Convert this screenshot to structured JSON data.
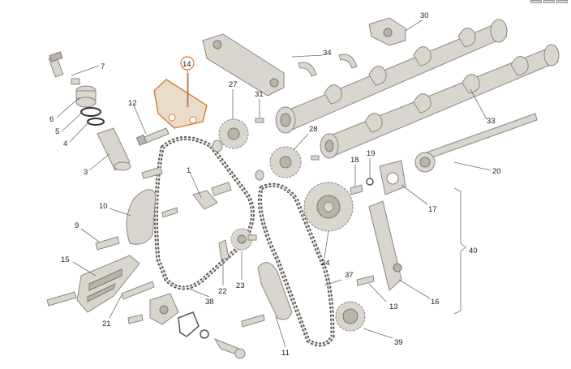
{
  "callouts": {
    "c1": "1",
    "c3": "3",
    "c4": "4",
    "c5": "5",
    "c6": "6",
    "c7": "7",
    "c9": "9",
    "c10": "10",
    "c11": "11",
    "c12": "12",
    "c13": "13",
    "c14": "14",
    "c15": "15",
    "c16": "16",
    "c17": "17",
    "c18": "18",
    "c19": "19",
    "c20": "20",
    "c21": "21",
    "c22": "22",
    "c23": "23",
    "c24": "24",
    "c27": "27",
    "c28": "28",
    "c30": "30",
    "c31": "31",
    "c33": "33",
    "c34": "34",
    "c37": "37",
    "c38": "38",
    "c39": "39",
    "c40": "40"
  },
  "highlight": {
    "part": "14",
    "color": "#e07a2e"
  },
  "colors": {
    "part": "#d9d6cf",
    "outline": "#8c8880",
    "chain": "#5a5650"
  }
}
